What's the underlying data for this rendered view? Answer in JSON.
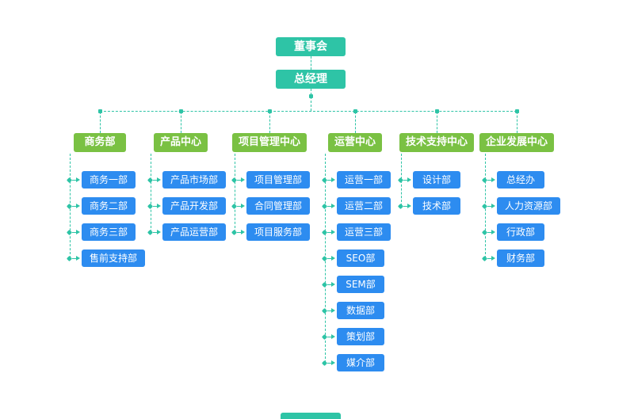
{
  "colors": {
    "teal": "#2EC4A6",
    "green": "#7AC143",
    "blue": "#2D8CF0",
    "connector": "#2EC4A6"
  },
  "root": {
    "label": "董事会"
  },
  "manager": {
    "label": "总经理"
  },
  "departments": [
    {
      "label": "商务部",
      "children": [
        "商务一部",
        "商务二部",
        "商务三部",
        "售前支持部"
      ]
    },
    {
      "label": "产品中心",
      "children": [
        "产品市场部",
        "产品开发部",
        "产品运营部"
      ]
    },
    {
      "label": "项目管理中心",
      "children": [
        "项目管理部",
        "合同管理部",
        "项目服务部"
      ]
    },
    {
      "label": "运营中心",
      "children": [
        "运营一部",
        "运营二部",
        "运营三部",
        "SEO部",
        "SEM部",
        "数据部",
        "策划部",
        "媒介部"
      ]
    },
    {
      "label": "技术支持中心",
      "children": [
        "设计部",
        "技术部"
      ]
    },
    {
      "label": "企业发展中心",
      "children": [
        "总经办",
        "人力资源部",
        "行政部",
        "财务部"
      ]
    }
  ]
}
